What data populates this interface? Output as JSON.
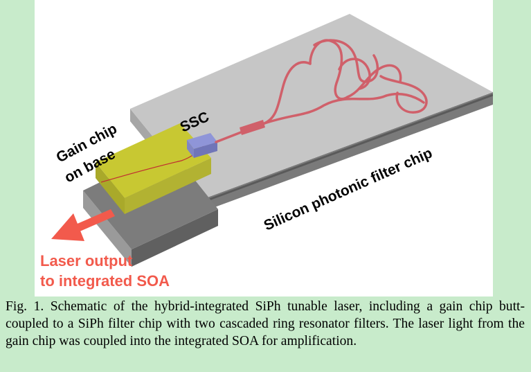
{
  "figure": {
    "labels": {
      "gain_chip_line1": "Gain chip",
      "gain_chip_line2": "on base",
      "ssc": "SSC",
      "filter_chip": "Silicon photonic filter chip",
      "output_line1": "Laser output",
      "output_line2": "to integrated SOA"
    },
    "colors": {
      "background": "#c8ebcb",
      "filter_chip_top": "#c6c6c6",
      "gain_chip": "#c8c832",
      "waveguide": "#d0606a",
      "ssc": "#8f95d8",
      "output_arrow": "#f25a4c"
    }
  },
  "caption": {
    "text": "Fig. 1.  Schematic of the hybrid-integrated SiPh tunable laser, including a gain chip butt-coupled to a SiPh filter chip with two cascaded ring resonator filters. The laser light from the gain chip was coupled into the integrated SOA for amplification."
  }
}
